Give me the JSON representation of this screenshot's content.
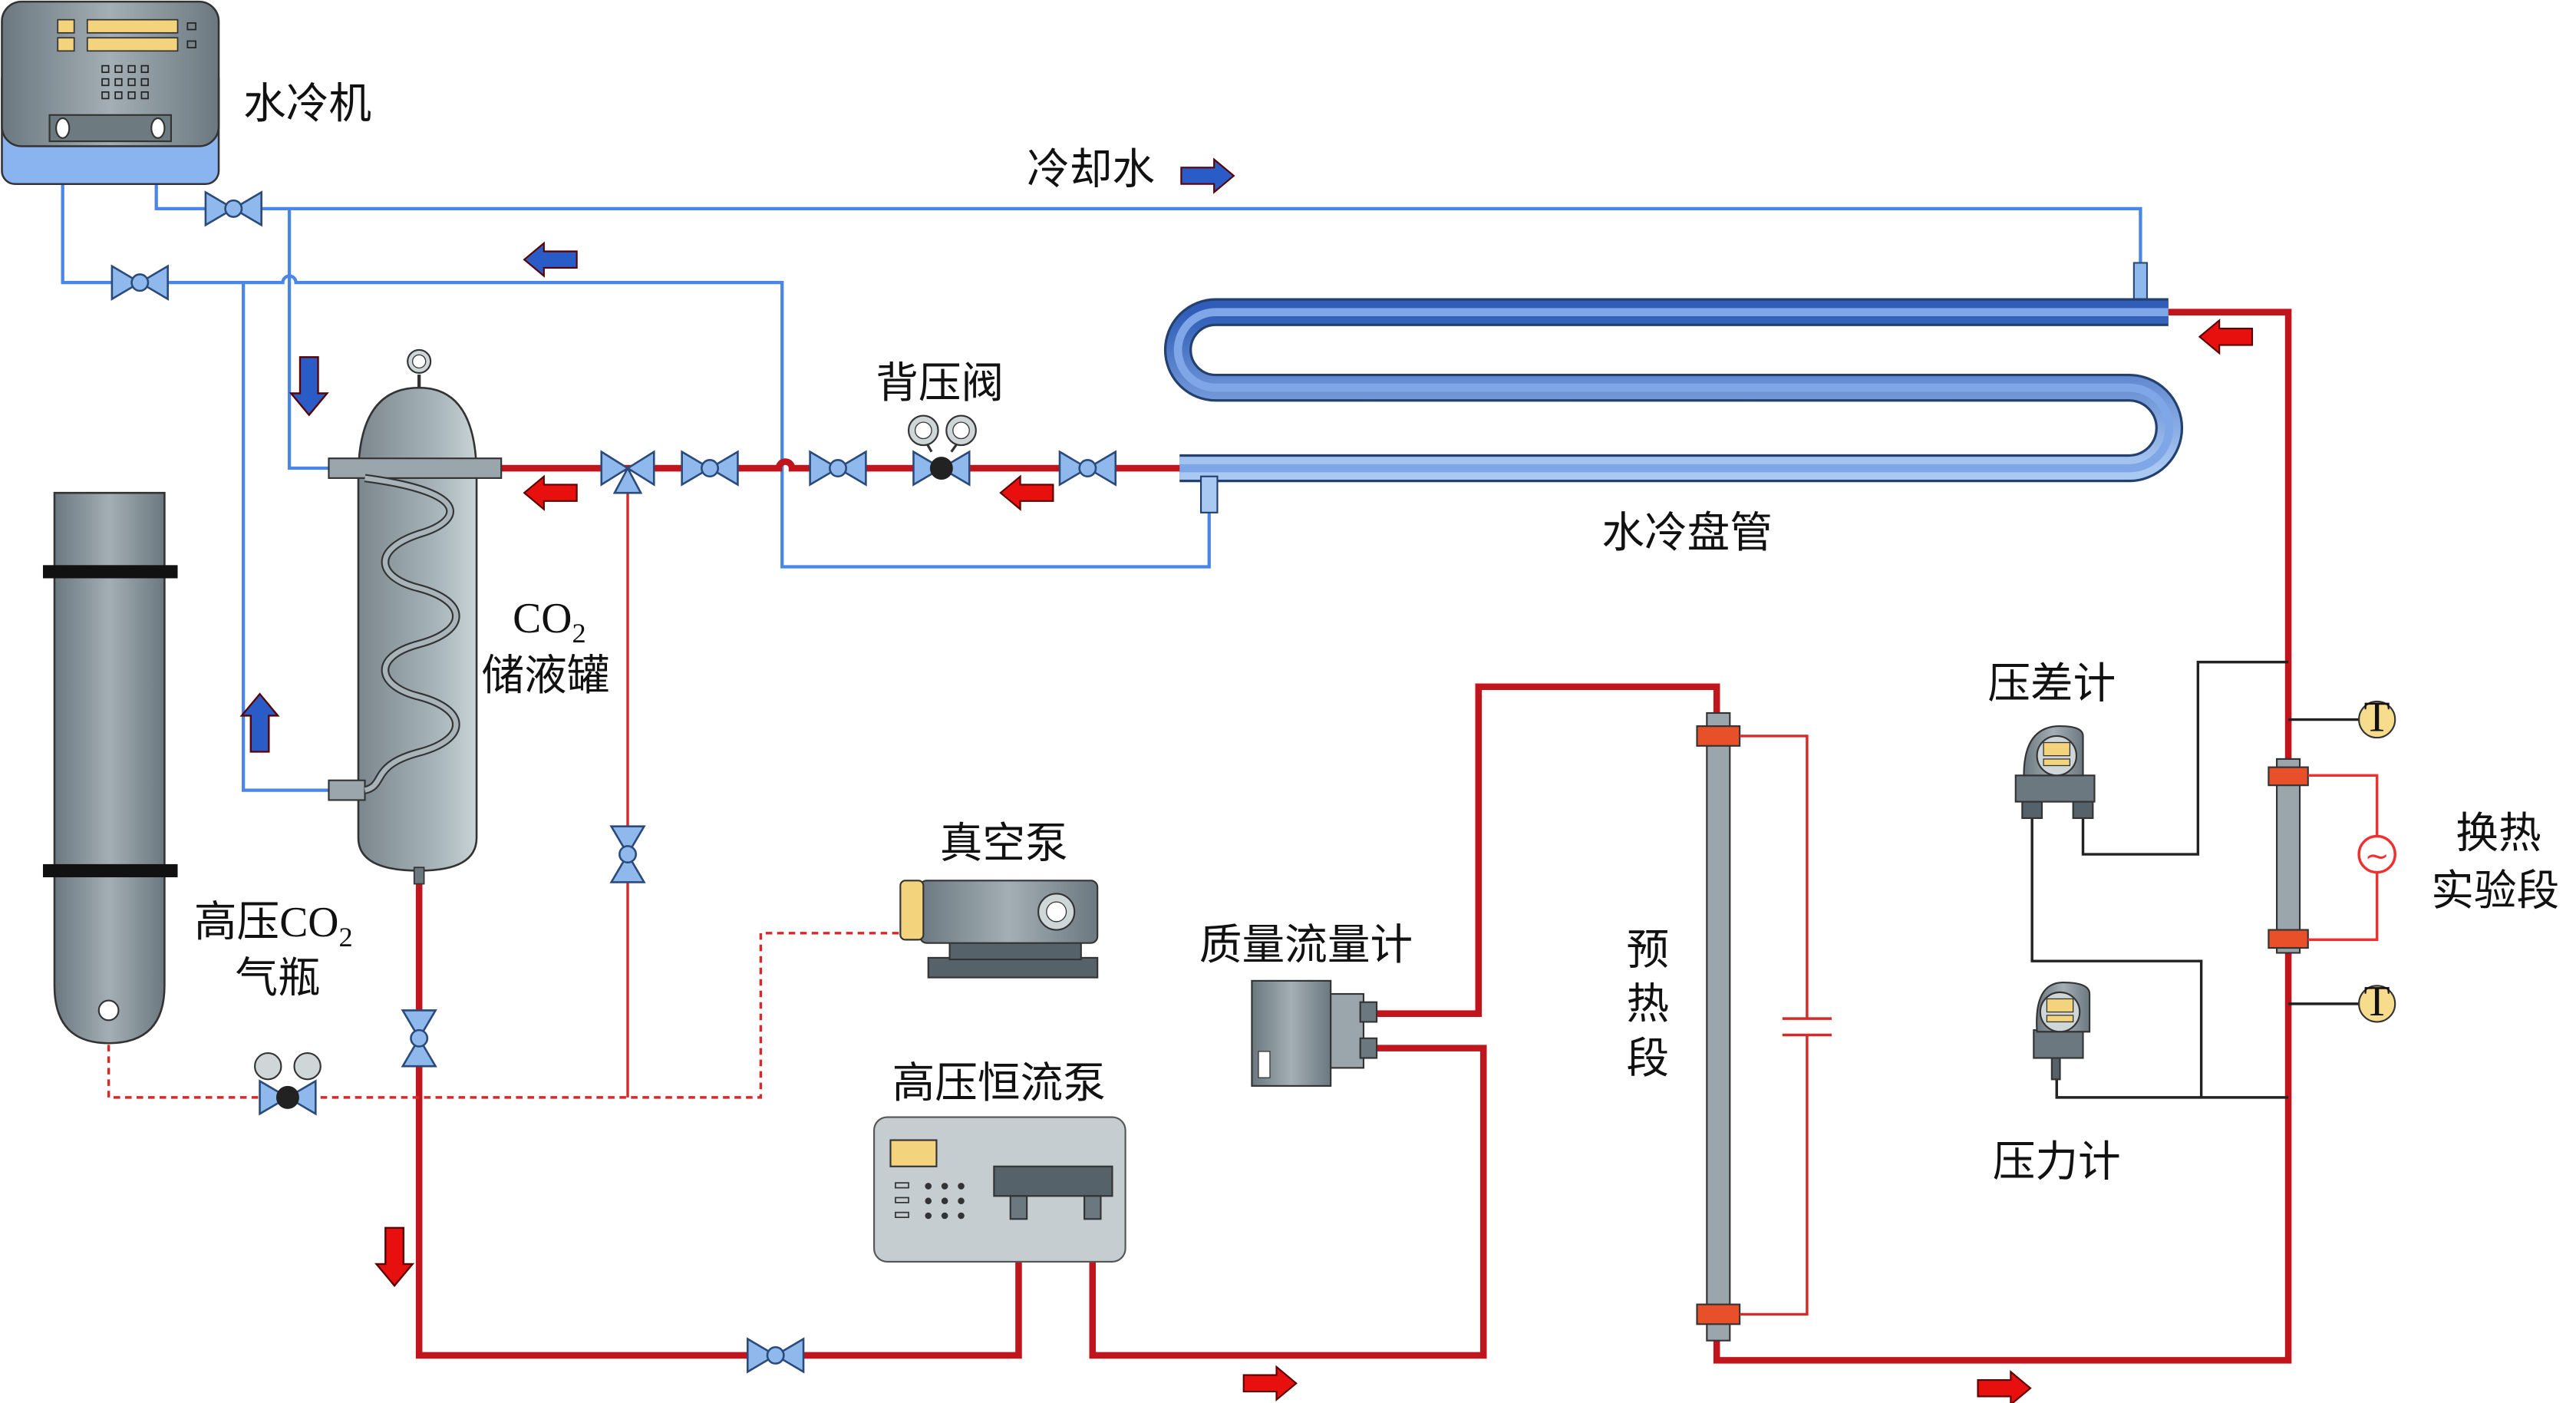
{
  "labels": {
    "chiller": "水冷机",
    "cooling_water": "冷却水",
    "back_pressure_valve": "背压阀",
    "coil": "水冷盘管",
    "tank_line1": "CO",
    "tank_sub": "2",
    "tank_line2": "储液罐",
    "cylinder_line1": "高压CO",
    "cylinder_sub": "2",
    "cylinder_line2": "气瓶",
    "vacuum_pump": "真空泵",
    "hp_pump": "高压恒流泵",
    "mass_flow_meter": "质量流量计",
    "preheat_1": "预",
    "preheat_2": "热",
    "preheat_3": "段",
    "dp_gauge": "压差计",
    "pressure_gauge": "压力计",
    "test_section_1": "换热",
    "test_section_2": "实验段",
    "thermo_1": "T",
    "thermo_2": "T",
    "ac_symbol": "~"
  },
  "colors": {
    "co2_line": "#c0151c",
    "water_line": "#4a86e8",
    "flow_arrow_red": "#e8100f",
    "flow_arrow_blue": "#2a5cc8",
    "equipment_gray": "#8d9aa2",
    "valve_blue": "#8fb8ec",
    "heater_collar": "#e8502a"
  }
}
